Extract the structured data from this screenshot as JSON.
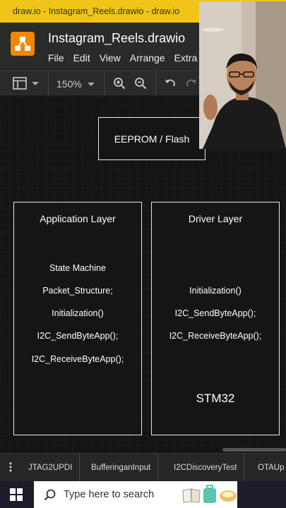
{
  "window": {
    "title": "draw.io - Instagram_Reels.drawio - draw.io"
  },
  "app": {
    "doc_title": "Instagram_Reels.drawio",
    "menu": [
      "File",
      "Edit",
      "View",
      "Arrange",
      "Extra"
    ]
  },
  "toolbar": {
    "zoom": "150%"
  },
  "diagram": {
    "flash_box": "EEPROM / Flash",
    "app_layer": {
      "title": "Application Layer",
      "lines": [
        "State Machine",
        "Packet_Structure;",
        "Initialization()",
        "I2C_SendByteApp();",
        "I2C_ReceiveByteApp();"
      ]
    },
    "driver_layer": {
      "title": "Driver Layer",
      "lines": [
        "Initialization()",
        "I2C_SendByteApp();",
        "I2C_ReceiveByteApp();"
      ],
      "chip": "STM32"
    }
  },
  "tabs": [
    "JTAG2UPDI",
    "BufferinganInput",
    "I2CDiscoveryTest",
    "OTAUp"
  ],
  "taskbar": {
    "search_placeholder": "Type here to search"
  },
  "colors": {
    "titlebar": "#f0c419",
    "logo": "#f08705",
    "canvas": "#141414"
  }
}
